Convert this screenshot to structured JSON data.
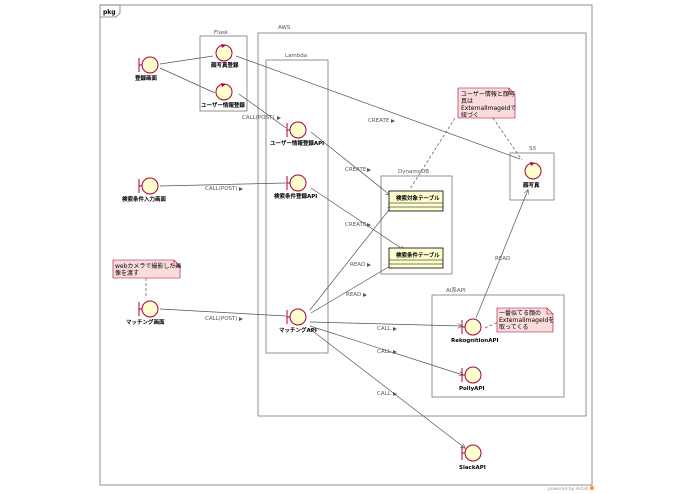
{
  "frame": {
    "label": "pkg"
  },
  "groups": {
    "flask": "Flask",
    "aws": "AWS",
    "lambda": "Lambda",
    "dynamodb": "DynamoDB",
    "s3": "S3",
    "ai": "AI系API"
  },
  "nodes": {
    "register_screen": "登録画面",
    "photo_register": "顔写真登録",
    "user_register": "ユーザー情報登録",
    "user_register_api": "ユーザー情報登録API",
    "search_input_screen": "検索条件入力画面",
    "search_register_api": "検索条件登録API",
    "matching_screen": "マッチング画面",
    "matching_api": "マッチングAPI",
    "search_target_table": "検索対象テーブル",
    "search_condition_table": "検索条件テーブル",
    "face_photo": "顔写真",
    "rekognition_api": "RekognitionAPI",
    "polly_api": "PollyAPI",
    "slack_api": "SlackAPI"
  },
  "edge_labels": {
    "call_post_1": "CALL(POST)",
    "call_post_2": "CALL(POST)",
    "call_post_3": "CALL(POST)",
    "create_s3": "CREATE",
    "create_1": "CREATE",
    "create_2": "CREATE",
    "read_1": "READ",
    "read_2": "READ",
    "read_s3": "READ",
    "call_1": "CALL",
    "call_2": "CALL",
    "call_3": "CALL"
  },
  "notes": {
    "note_user": [
      "ユーザー情報と顔写",
      "真は",
      "ExternalImageIdで",
      "紐づく"
    ],
    "note_webcam": [
      "webカメラで撮影した画",
      "像を渡す"
    ],
    "note_rekog": [
      "一番似てる顔の",
      "ExternalImageIdを",
      "取ってくる"
    ]
  },
  "footer": {
    "brand": "powered by Astah"
  },
  "colors": {
    "stroke": "#a80036",
    "fill": "#fefece",
    "note": "#fbdcdc"
  }
}
